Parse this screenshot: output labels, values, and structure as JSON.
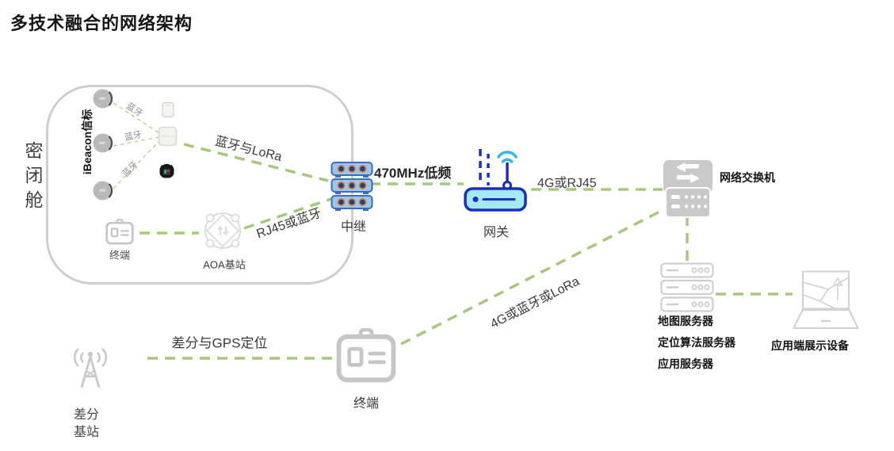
{
  "title": "多技术融合的网络架构",
  "cabin": {
    "label": "密闭舱",
    "beacons_label": "iBeacon信标",
    "bt": [
      "蓝牙",
      "蓝牙",
      "蓝牙"
    ],
    "terminal": "终端",
    "aoa": "AOA基站"
  },
  "links": {
    "bt_lora": "蓝牙与LoRa",
    "rj45_bt": "RJ45或蓝牙",
    "freq470": "470MHz低频",
    "g4_rj45": "4G或RJ45",
    "g4_bt_lora": "4G或蓝牙或LoRa",
    "diff_gps": "差分与GPS定位"
  },
  "nodes": {
    "relay": "中继",
    "gateway": "网关",
    "switch": "网络交换机",
    "server1": "地图服务器",
    "server2": "定位算法服务器",
    "server3": "应用服务器",
    "display": "应用端展示设备",
    "terminal": "终端",
    "diff_line1": "差分",
    "diff_line2": "基站"
  },
  "colors": {
    "link_green": "#a7c87b",
    "relay_fill": "#9fc6ea",
    "relay_border": "#3a6fb8",
    "gateway_blue": "#1b2ec2",
    "gateway_fill": "#a5e9f8",
    "wifi_blue": "#35b6ea",
    "icon_gray": "#c9c9c9"
  }
}
